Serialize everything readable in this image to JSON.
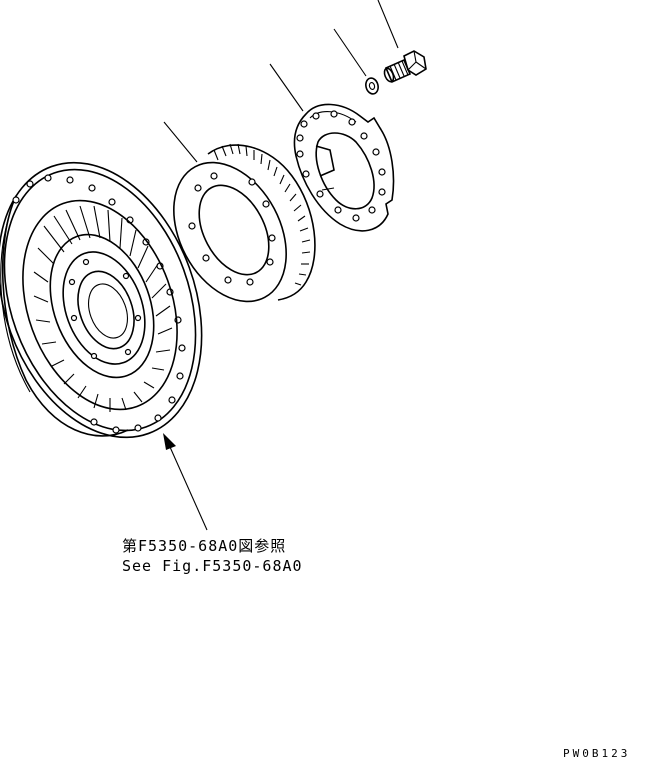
{
  "callouts": {
    "reference_jp": "第F5350-68A0図参照",
    "reference_en": "See Fig.F5350-68A0"
  },
  "drawing_code": "PW0B123"
}
